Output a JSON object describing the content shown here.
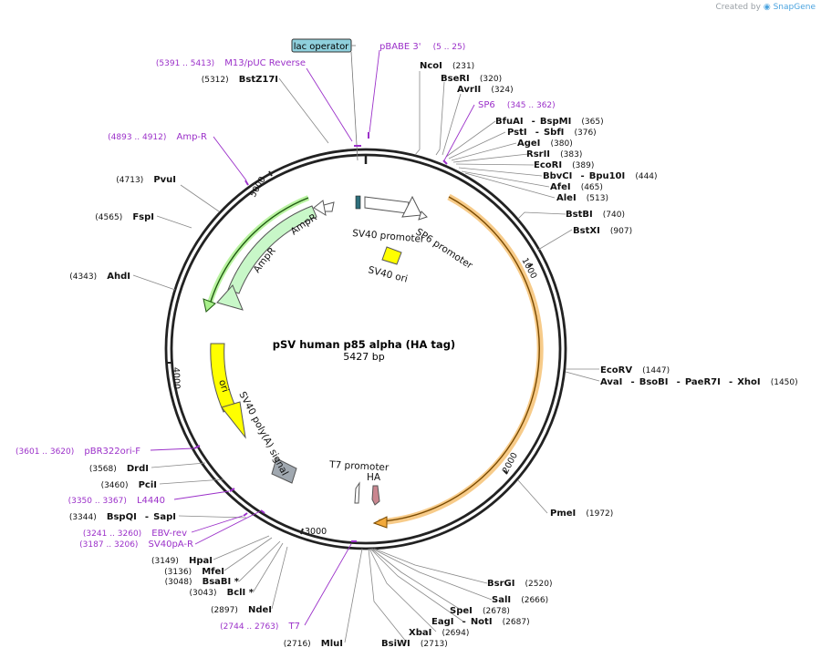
{
  "credit": {
    "prefix": "Created by",
    "brand": "SnapGene"
  },
  "plasmid": {
    "name": "pSV human p85 alpha (HA tag)",
    "size_label": "5427 bp",
    "length": 5427
  },
  "ticks": [
    {
      "pos": 1000,
      "label": "1000"
    },
    {
      "pos": 2000,
      "label": "2000"
    },
    {
      "pos": 3000,
      "label": "3000"
    },
    {
      "pos": 4000,
      "label": "4000"
    },
    {
      "pos": 5000,
      "label": "5000"
    }
  ],
  "enzymes": [
    {
      "name": "NcoI",
      "pos": "(231)"
    },
    {
      "name": "BseRI",
      "pos": "(320)"
    },
    {
      "name": "AvrII",
      "pos": "(324)"
    },
    {
      "name": "BfuAI",
      "name2": "BspMI",
      "pos": "(365)"
    },
    {
      "name": "PstI",
      "name2": "SbfI",
      "pos": "(376)"
    },
    {
      "name": "AgeI",
      "pos": "(380)"
    },
    {
      "name": "RsrII",
      "pos": "(383)"
    },
    {
      "name": "EcoRI",
      "pos": "(389)"
    },
    {
      "name": "BbvCI",
      "name2": "Bpu10I",
      "pos": "(444)"
    },
    {
      "name": "AfeI",
      "pos": "(465)"
    },
    {
      "name": "AleI",
      "pos": "(513)"
    },
    {
      "name": "BstBI",
      "pos": "(740)"
    },
    {
      "name": "BstXI",
      "pos": "(907)"
    },
    {
      "name": "EcoRV",
      "pos": "(1447)"
    },
    {
      "name": "AvaI",
      "name2": "BsoBI",
      "name3": "PaeR7I",
      "name4": "XhoI",
      "pos": "(1450)"
    },
    {
      "name": "PmeI",
      "pos": "(1972)"
    },
    {
      "name": "BsrGI",
      "pos": "(2520)"
    },
    {
      "name": "SalI",
      "pos": "(2666)"
    },
    {
      "name": "SpeI",
      "pos": "(2678)"
    },
    {
      "name": "EagI",
      "name2": "NotI",
      "pos": "(2687)"
    },
    {
      "name": "XbaI",
      "pos": "(2694)"
    },
    {
      "name": "BsiWI",
      "pos": "(2713)"
    },
    {
      "name": "MluI",
      "pos": "(2716)"
    },
    {
      "name": "NdeI",
      "pos": "(2897)"
    },
    {
      "name": "BclI *",
      "pos": "(3043)"
    },
    {
      "name": "BsaBI *",
      "pos": "(3048)"
    },
    {
      "name": "MfeI",
      "pos": "(3136)"
    },
    {
      "name": "HpaI",
      "pos": "(3149)"
    },
    {
      "name": "BspQI",
      "name2": "SapI",
      "pos": "(3344)"
    },
    {
      "name": "PciI",
      "pos": "(3460)"
    },
    {
      "name": "DrdI",
      "pos": "(3568)"
    },
    {
      "name": "AhdI",
      "pos": "(4343)"
    },
    {
      "name": "FspI",
      "pos": "(4565)"
    },
    {
      "name": "PvuI",
      "pos": "(4713)"
    },
    {
      "name": "BstZ17I",
      "pos": "(5312)"
    }
  ],
  "primers": [
    {
      "name": "pBABE 3'",
      "pos": "(5 .. 25)"
    },
    {
      "name": "M13/pUC Reverse",
      "pos": "(5391 .. 5413)"
    },
    {
      "name": "SP6",
      "pos": "(345 .. 362)"
    },
    {
      "name": "Amp-R",
      "pos": "(4893 .. 4912)"
    },
    {
      "name": "pBR322ori-F",
      "pos": "(3601 .. 3620)"
    },
    {
      "name": "L4440",
      "pos": "(3350 .. 3367)"
    },
    {
      "name": "EBV-rev",
      "pos": "(3241 .. 3260)"
    },
    {
      "name": "SV40pA-R",
      "pos": "(3187 .. 3206)"
    },
    {
      "name": "T7",
      "pos": "(2744 .. 2763)"
    }
  ],
  "features": [
    {
      "name": "lac operator"
    },
    {
      "name": "AmpR promoter"
    },
    {
      "name": "SV40 promoter"
    },
    {
      "name": "SP6 promoter"
    },
    {
      "name": "SV40 ori"
    },
    {
      "name": "AmpR"
    },
    {
      "name": "ori"
    },
    {
      "name": "SV40 poly(A) signal"
    },
    {
      "name": "T7 promoter"
    },
    {
      "name": "HA"
    }
  ],
  "colors": {
    "insert": "#f2a93b",
    "ampr": "#c8f7c8",
    "ampr_border": "#7de07d",
    "ori": "#ffff00",
    "promoter": "#ffffff",
    "polya": "#a0a8b0",
    "ha": "#c9868f",
    "lac": "#8fd0dd",
    "lac_op_marker": "#2f6f7c",
    "primer": "#9b30c9",
    "backbone": "#222222"
  }
}
